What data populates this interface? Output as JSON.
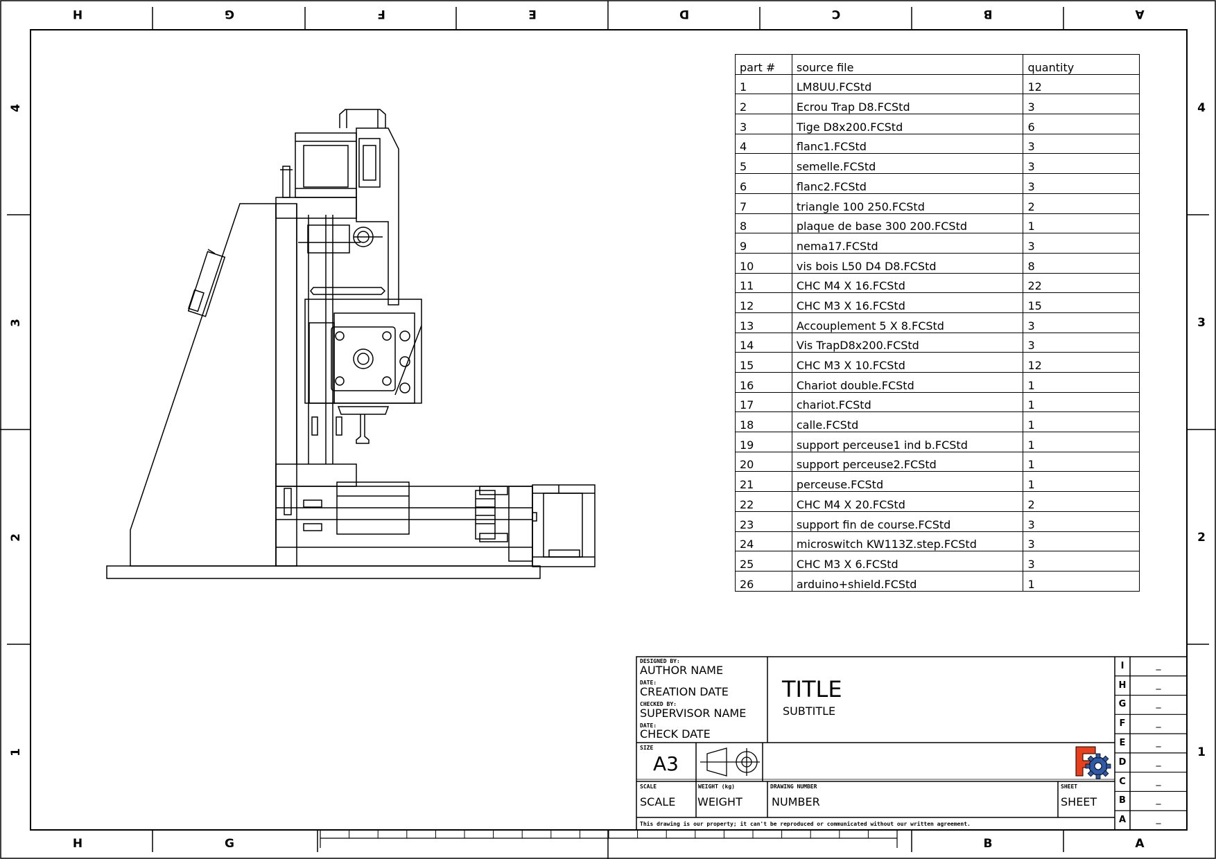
{
  "zones": {
    "columns_top": [
      "H",
      "G",
      "F",
      "E",
      "D",
      "C",
      "B",
      "A"
    ],
    "columns_bottom": [
      "H",
      "G",
      "B",
      "A"
    ],
    "rows": [
      "4",
      "3",
      "2",
      "1"
    ]
  },
  "bom": {
    "headers": [
      "part #",
      "source file",
      "quantity"
    ],
    "rows": [
      [
        "1",
        "LM8UU.FCStd",
        "12"
      ],
      [
        "2",
        "Ecrou Trap D8.FCStd",
        "3"
      ],
      [
        "3",
        "Tige D8x200.FCStd",
        "6"
      ],
      [
        "4",
        "flanc1.FCStd",
        "3"
      ],
      [
        "5",
        "semelle.FCStd",
        "3"
      ],
      [
        "6",
        "flanc2.FCStd",
        "3"
      ],
      [
        "7",
        "triangle 100 250.FCStd",
        "2"
      ],
      [
        "8",
        "plaque de base 300 200.FCStd",
        "1"
      ],
      [
        "9",
        "nema17.FCStd",
        "3"
      ],
      [
        "10",
        "vis bois L50 D4 D8.FCStd",
        "8"
      ],
      [
        "11",
        "CHC M4 X 16.FCStd",
        "22"
      ],
      [
        "12",
        "CHC M3 X 16.FCStd",
        "15"
      ],
      [
        "13",
        "Accouplement 5 X 8.FCStd",
        "3"
      ],
      [
        "14",
        "Vis TrapD8x200.FCStd",
        "3"
      ],
      [
        "15",
        "CHC M3 X 10.FCStd",
        "12"
      ],
      [
        "16",
        "Chariot double.FCStd",
        "1"
      ],
      [
        "17",
        "chariot.FCStd",
        "1"
      ],
      [
        "18",
        "calle.FCStd",
        "1"
      ],
      [
        "19",
        "support perceuse1 ind b.FCStd",
        "1"
      ],
      [
        "20",
        "support perceuse2.FCStd",
        "1"
      ],
      [
        "21",
        "perceuse.FCStd",
        "1"
      ],
      [
        "22",
        "CHC M4 X 20.FCStd",
        "2"
      ],
      [
        "23",
        "support fin de course.FCStd",
        "3"
      ],
      [
        "24",
        "microswitch KW113Z.step.FCStd",
        "3"
      ],
      [
        "25",
        "CHC M3 X 6.FCStd",
        "3"
      ],
      [
        "26",
        "arduino+shield.FCStd",
        "1"
      ]
    ]
  },
  "title_block": {
    "designed_by_label": "DESIGNED BY:",
    "designed_by": "AUTHOR NAME",
    "date1_label": "DATE:",
    "date1": "CREATION DATE",
    "checked_by_label": "CHECKED BY:",
    "checked_by": "SUPERVISOR NAME",
    "date2_label": "DATE:",
    "date2": "CHECK DATE",
    "size_label": "SIZE",
    "size": "A3",
    "title": "TITLE",
    "subtitle": "SUBTITLE",
    "scale_label": "SCALE",
    "scale": "SCALE",
    "weight_label": "WEIGHT (kg)",
    "weight": "WEIGHT",
    "drawing_number_label": "DRAWING NUMBER",
    "drawing_number": "NUMBER",
    "sheet_label": "SHEET",
    "sheet": "SHEET",
    "disclaimer": "This drawing is our property; it can't be reproduced or communicated without our written agreement.",
    "revisions": [
      "I",
      "H",
      "G",
      "F",
      "E",
      "D",
      "C",
      "B",
      "A"
    ],
    "revision_value": "_",
    "logo_color": "#e8401c",
    "gear_color": "#2f5aa8"
  }
}
